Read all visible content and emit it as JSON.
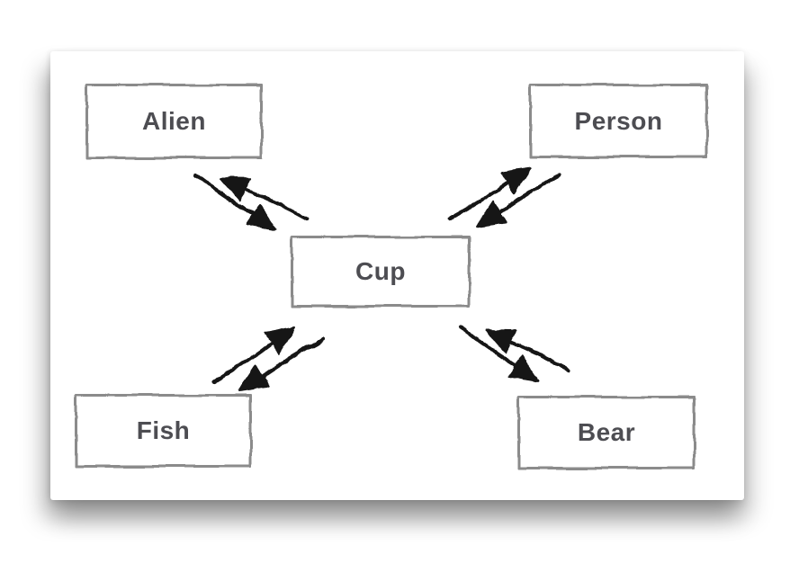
{
  "diagram": {
    "nodes": {
      "alien": {
        "label": "Alien"
      },
      "person": {
        "label": "Person"
      },
      "cup": {
        "label": "Cup"
      },
      "fish": {
        "label": "Fish"
      },
      "bear": {
        "label": "Bear"
      }
    },
    "edges": [
      {
        "from": "Cup",
        "to": "Alien",
        "direction": "bidirectional"
      },
      {
        "from": "Cup",
        "to": "Person",
        "direction": "bidirectional"
      },
      {
        "from": "Cup",
        "to": "Fish",
        "direction": "bidirectional"
      },
      {
        "from": "Cup",
        "to": "Bear",
        "direction": "bidirectional"
      }
    ],
    "colors": {
      "node_border": "#8b8b8b",
      "node_text": "#4d4d52",
      "arrow": "#141414",
      "card_background": "#ffffff",
      "page_background": "#ffffff"
    }
  }
}
